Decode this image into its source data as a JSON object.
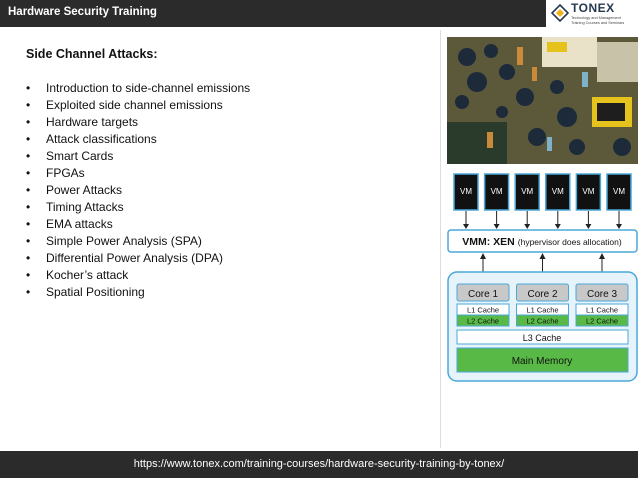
{
  "header": {
    "title": "Hardware Security Training"
  },
  "logo": {
    "word": "TONEX",
    "tagline_1": "Technology and Management",
    "tagline_2": "Training Courses and Seminars",
    "brand_color": "#27394f",
    "accent_color": "#f2b21a"
  },
  "slide": {
    "heading": "Side Channel Attacks:",
    "bullet_glyph": "•",
    "bullets": [
      "Introduction to side-channel emissions",
      "Exploited side channel emissions",
      "Hardware targets",
      "Attack classifications",
      "Smart Cards",
      "FPGAs",
      "Power Attacks",
      "Timing Attacks",
      "EMA attacks",
      "Simple Power Analysis (SPA)",
      "Differential Power Analysis (DPA)",
      "Kocher’s attack",
      "Spatial Positioning"
    ]
  },
  "diagram": {
    "vms": [
      "VM",
      "VM",
      "VM",
      "VM",
      "VM",
      "VM"
    ],
    "hypervisor_main": "VMM: XEN",
    "hypervisor_note": "(hypervisor does allocation)",
    "cores": [
      {
        "name": "Core 1",
        "l1": "L1 Cache",
        "l2": "L2 Cache"
      },
      {
        "name": "Core 2",
        "l1": "L1 Cache",
        "l2": "L2 Cache"
      },
      {
        "name": "Core 3",
        "l1": "L1 Cache",
        "l2": "L2 Cache"
      }
    ],
    "l3": "L3 Cache",
    "memory": "Main Memory",
    "colors": {
      "border": "#4aa8d8",
      "panel": "#e6f3fb",
      "vm": "#111111",
      "l2": "#59b947",
      "memory": "#59b947",
      "core": "#c8c8c8"
    }
  },
  "footer": {
    "url": "https://www.tonex.com/training-courses/hardware-security-training-by-tonex/"
  }
}
